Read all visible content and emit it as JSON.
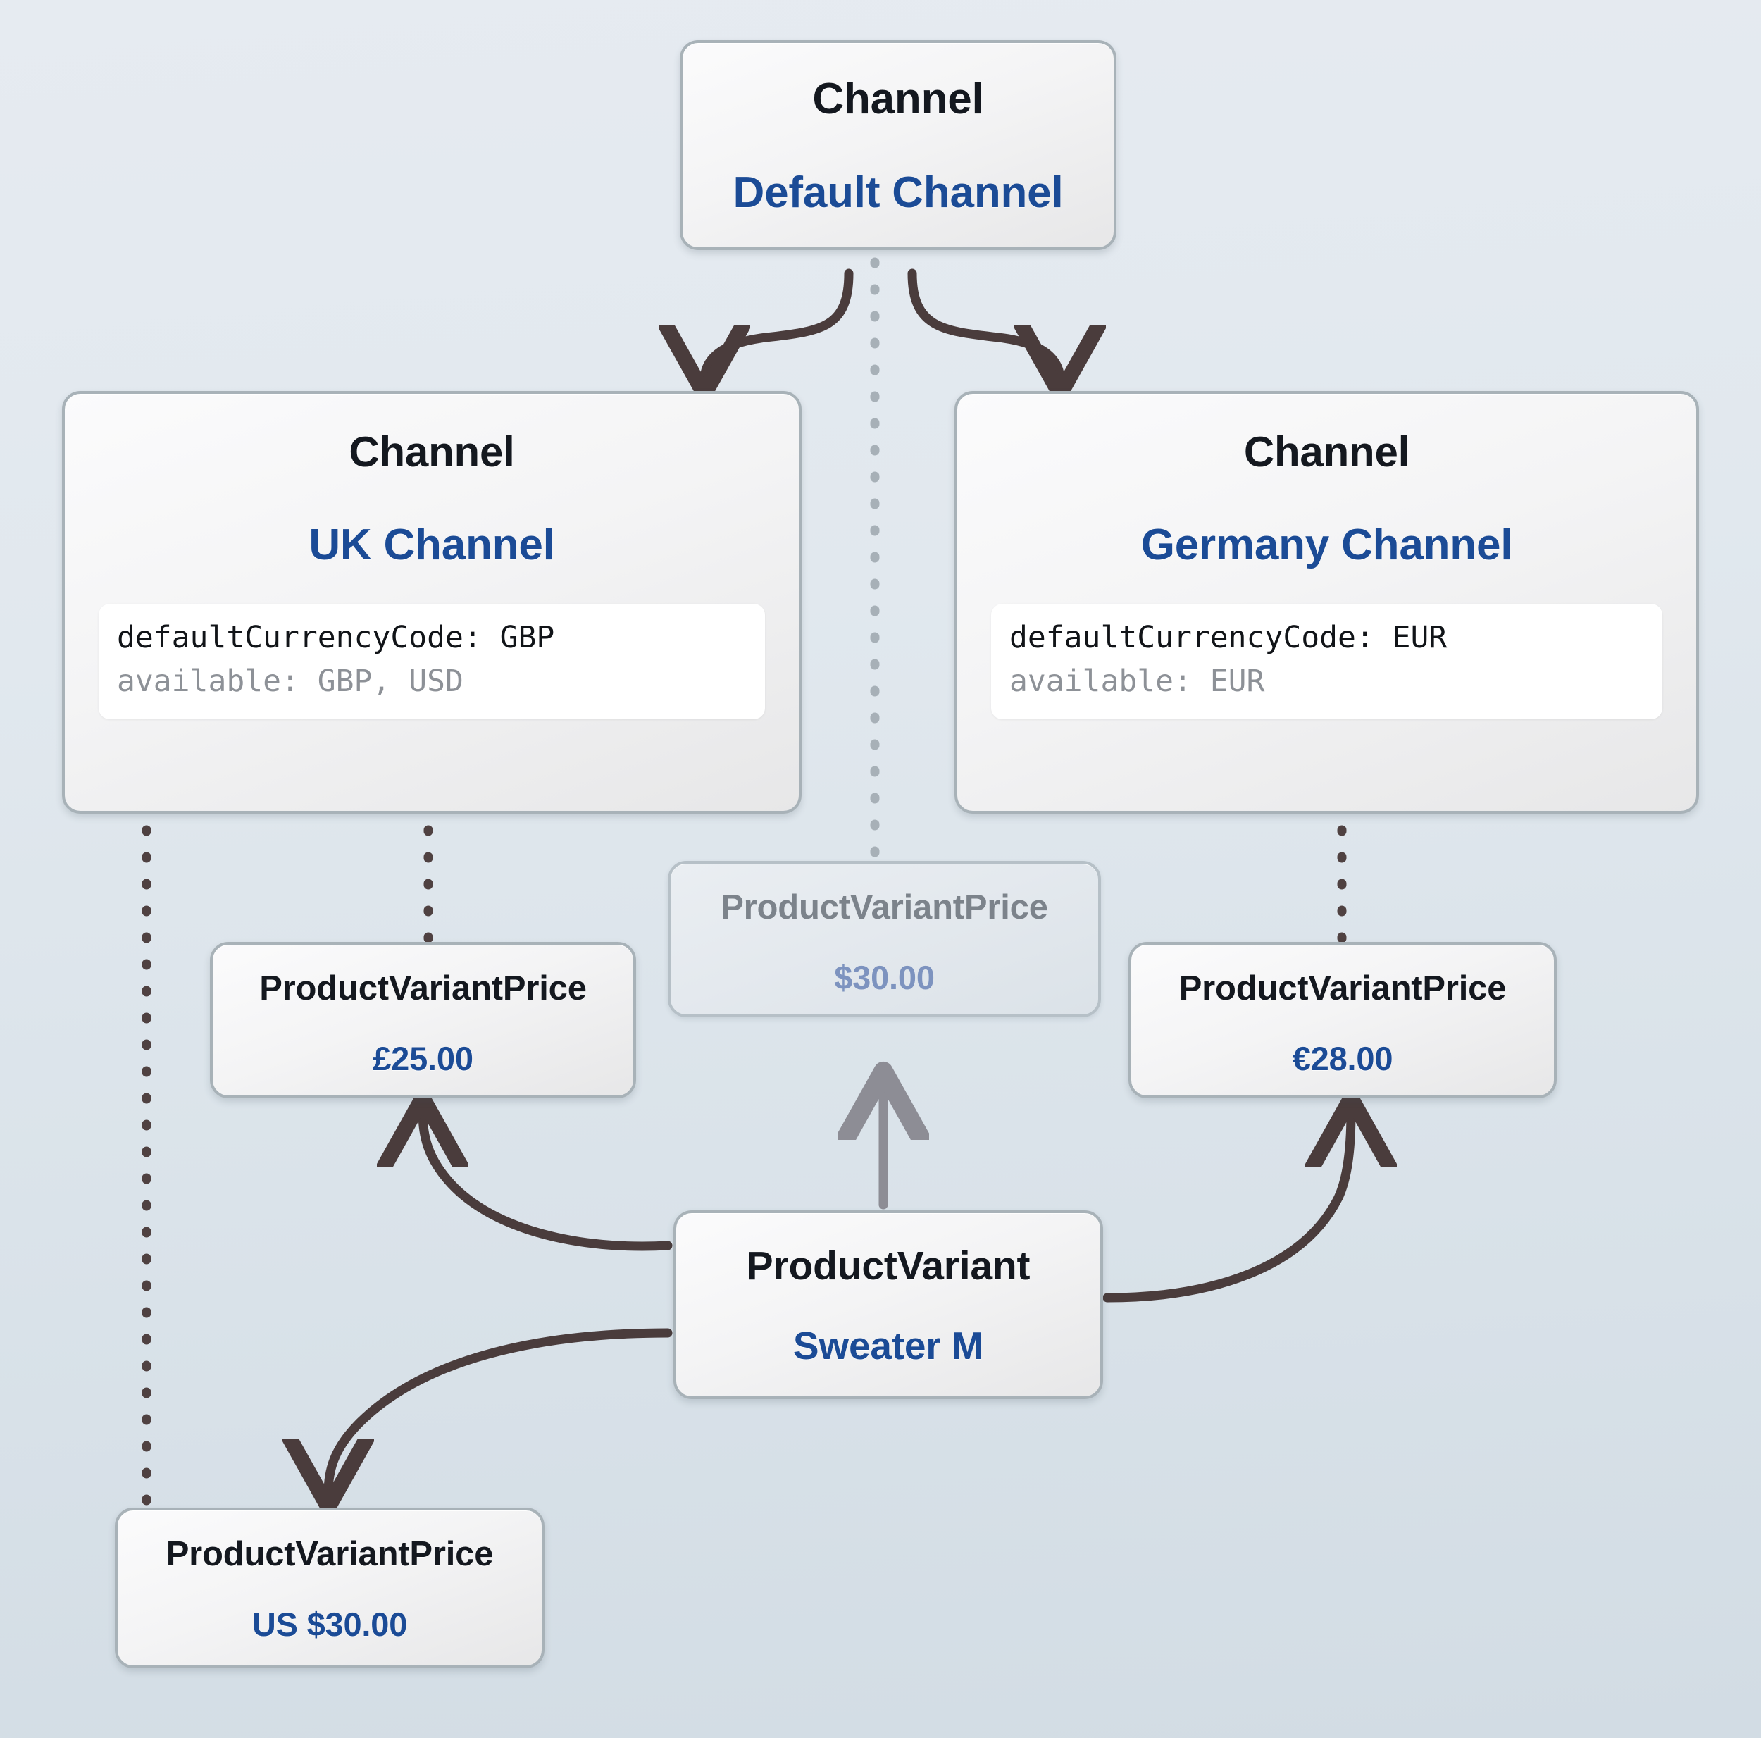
{
  "diagram": {
    "title": "Channel / ProductVariantPrice relationship diagram",
    "colors": {
      "background_top": "#e6ebf1",
      "background_bottom": "#d2dce4",
      "node_border": "#a8b2b8",
      "type_text": "#14181f",
      "name_text": "#1b4b96",
      "muted_type_text": "#7c838b",
      "muted_name_text": "#7d93bf",
      "solid_arrow": "#4a3c3c",
      "gray_arrow": "#8d8d95",
      "dotted_brown": "#4f4141",
      "dotted_gray": "#a7b0b7",
      "prop_key": "#111418",
      "prop_muted": "#8d9197"
    }
  },
  "nodes": {
    "default_channel": {
      "type": "Channel",
      "name": "Default Channel"
    },
    "uk_channel": {
      "type": "Channel",
      "name": "UK Channel",
      "props": {
        "default_currency": "defaultCurrencyCode: GBP",
        "available": "available: GBP, USD"
      }
    },
    "germany_channel": {
      "type": "Channel",
      "name": "Germany Channel",
      "props": {
        "default_currency": "defaultCurrencyCode: EUR",
        "available": "available: EUR"
      }
    },
    "price_gbp": {
      "type": "ProductVariantPrice",
      "name": "£25.00"
    },
    "price_usd_default": {
      "type": "ProductVariantPrice",
      "name": "$30.00"
    },
    "price_eur": {
      "type": "ProductVariantPrice",
      "name": "€28.00"
    },
    "price_usd_uk": {
      "type": "ProductVariantPrice",
      "name": "US $30.00"
    },
    "product_variant": {
      "type": "ProductVariant",
      "name": "Sweater M"
    }
  }
}
